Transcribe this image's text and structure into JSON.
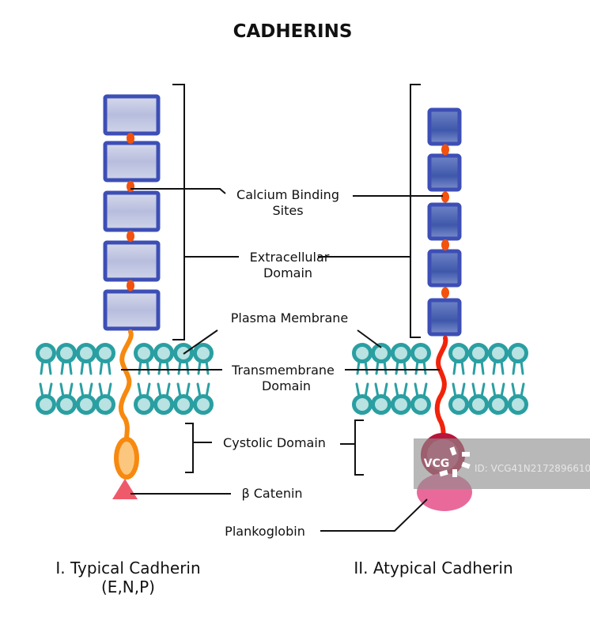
{
  "title": "CADHERINS",
  "labels": {
    "calcium_binding_line1": "Calcium Binding",
    "calcium_binding_line2": "Sites",
    "extracellular_line1": "Extracellular",
    "extracellular_line2": "Domain",
    "plasma_membrane": "Plasma Membrane",
    "transmembrane_line1": "Transmembrane",
    "transmembrane_line2": "Domain",
    "cytosolic_domain": "Cystolic Domain",
    "beta_catenin": "β Catenin",
    "plakoglobin": "Plankoglobin"
  },
  "captions": {
    "typical_line1": "I. Typical Cadherin",
    "typical_line2": "(E,N,P)",
    "atypical": "II. Atypical Cadherin"
  },
  "structures": {
    "typical": {
      "extracellular_domains": 5,
      "calcium_sites": 4,
      "tail_color": "#f7890f",
      "cytosolic_partner": "β Catenin"
    },
    "atypical": {
      "extracellular_domains": 5,
      "calcium_sites": 4,
      "tail_color": "#f2230b",
      "cytosolic_partner": "Plankoglobin"
    }
  },
  "colors": {
    "domain_border": "#3d4fb5",
    "domain_fill_typical": "#c4c9e4",
    "domain_fill_atypical": "#4d64b3",
    "calcium_site": "#f2520d",
    "lipid": "#2a9fa2",
    "lipid_head_fill": "#b9e2e2",
    "catenin_triangle": "#ef5a6a",
    "atypical_bulb": "#b9143b",
    "plakoglobin": "#e9699b"
  },
  "watermark": {
    "logo": "VCG",
    "id_text": "ID: VCG41N2172896610"
  }
}
